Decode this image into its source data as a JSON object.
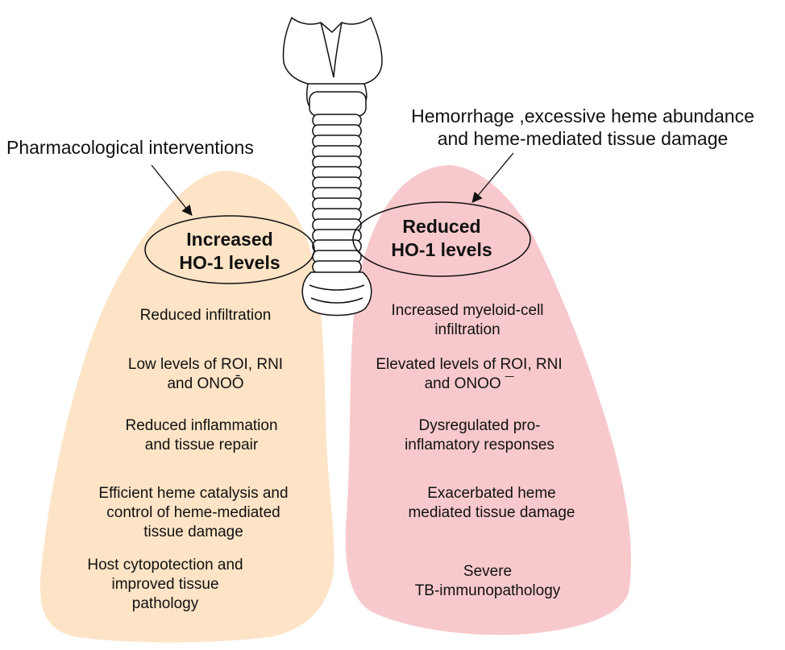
{
  "colors": {
    "left_lung": "#fde4c6",
    "right_lung": "#f8c9cc",
    "trachea_fill": "#ffffff",
    "stroke": "#111111"
  },
  "pharma_label": "Pharmacological interventions",
  "hemorrhage_label": {
    "line1": "Hemorrhage ,excessive heme abundance",
    "line2": "and heme-mediated tissue damage"
  },
  "left": {
    "header": {
      "line1": "Increased",
      "line2": "HO-1 levels"
    },
    "items": [
      {
        "line1": "Reduced infiltration"
      },
      {
        "line1": "Low levels of ROI, RNI",
        "line2": "and ONOŌ"
      },
      {
        "line1": "Reduced inflammation",
        "line2": "and tissue repair"
      },
      {
        "line1": "Efficient heme catalysis and",
        "line2": "control of heme-mediated",
        "line3": "tissue damage"
      },
      {
        "line1": "Host cytopotection  and",
        "line2": "improved tissue",
        "line3": "pathology"
      }
    ]
  },
  "right": {
    "header": {
      "line1": "Reduced",
      "line2": "HO-1 levels"
    },
    "items": [
      {
        "line1": "Increased myeloid-cell",
        "line2": "infiltration"
      },
      {
        "line1": "Elevated levels of ROI, RNI",
        "line2": "and ONOO ¯"
      },
      {
        "line1": "Dysregulated pro-",
        "line2": "inflamatory responses"
      },
      {
        "line1": "Exacerbated heme",
        "line2": "mediated tissue damage"
      },
      {
        "line1": "Severe",
        "line2": "TB-immunopathology"
      }
    ]
  }
}
